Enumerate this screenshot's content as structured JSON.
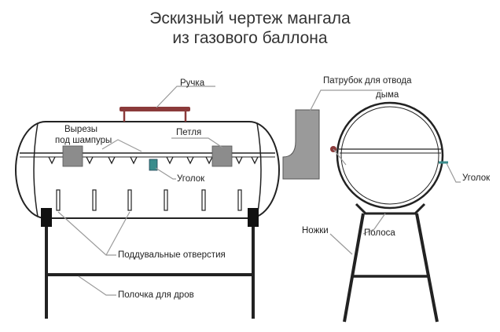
{
  "title": {
    "line1": "Эскизный чертеж мангала",
    "line2": "из газового баллона"
  },
  "labels": {
    "handle": "Ручка",
    "chimney_line1": "Патрубок для отвода",
    "chimney_line2": "дыма",
    "skewer_slots_line1": "Вырезы",
    "skewer_slots_line2": "под шампуры",
    "hinge": "Петля",
    "corner_left": "Уголок",
    "corner_right": "Уголок",
    "vents": "Поддувальные отверстия",
    "wood_shelf": "Полочка для дров",
    "legs": "Ножки",
    "strip": "Полоса"
  },
  "colors": {
    "outline": "#222222",
    "handle": "#8b3a3a",
    "chimney_fill": "#9a9a9a",
    "hinge_fill": "#8c8c8c",
    "corner_fill": "#3a8c8c",
    "leader": "#9a9a9a",
    "knob": "#8b3a3a"
  }
}
